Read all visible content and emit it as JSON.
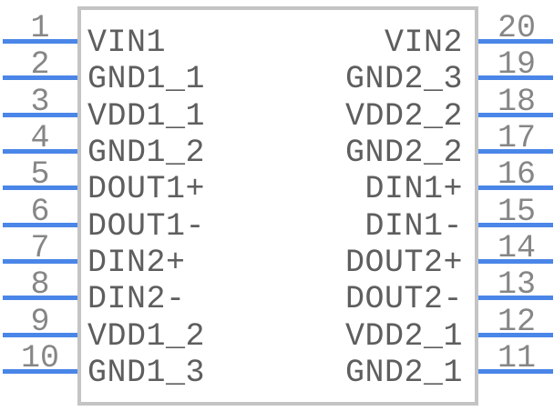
{
  "component": {
    "left_pins": [
      {
        "number": "1",
        "label": "VIN1"
      },
      {
        "number": "2",
        "label": "GND1_1"
      },
      {
        "number": "3",
        "label": "VDD1_1"
      },
      {
        "number": "4",
        "label": "GND1_2"
      },
      {
        "number": "5",
        "label": "DOUT1+"
      },
      {
        "number": "6",
        "label": "DOUT1-"
      },
      {
        "number": "7",
        "label": "DIN2+"
      },
      {
        "number": "8",
        "label": "DIN2-"
      },
      {
        "number": "9",
        "label": "VDD1_2"
      },
      {
        "number": "10",
        "label": "GND1_3"
      }
    ],
    "right_pins": [
      {
        "number": "20",
        "label": "VIN2"
      },
      {
        "number": "19",
        "label": "GND2_3"
      },
      {
        "number": "18",
        "label": "VDD2_2"
      },
      {
        "number": "17",
        "label": "GND2_2"
      },
      {
        "number": "16",
        "label": "DIN1+"
      },
      {
        "number": "15",
        "label": "DIN1-"
      },
      {
        "number": "14",
        "label": "DOUT2+"
      },
      {
        "number": "13",
        "label": "DOUT2-"
      },
      {
        "number": "12",
        "label": "VDD2_1"
      },
      {
        "number": "11",
        "label": "GND2_1"
      }
    ]
  },
  "colors": {
    "background": "#ffffff",
    "body_border": "#c4c4c4",
    "pin_line": "#4a86e8",
    "pin_number": "#868686",
    "pin_label": "#5e5e5e"
  }
}
